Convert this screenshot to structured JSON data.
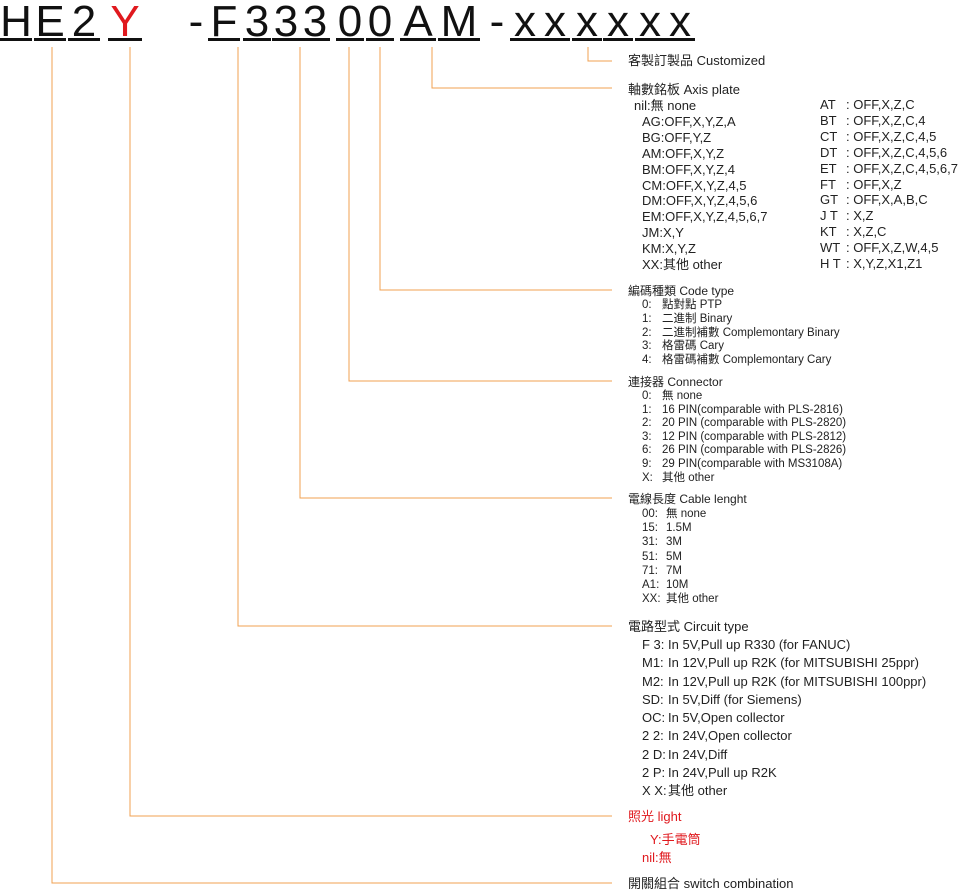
{
  "code": {
    "chars": [
      "H",
      "E",
      "2",
      "Y",
      "-",
      "F",
      "3",
      "3",
      "3",
      "0",
      "0",
      "A",
      "M",
      "-",
      "x",
      "x",
      "x",
      "x",
      "x",
      "x"
    ],
    "highlight_color": "#e0191e",
    "leader_color": "#f0a050"
  },
  "customized": {
    "title": "客製訂製品  Customized"
  },
  "axis_plate": {
    "title": "軸數銘板  Axis plate",
    "left": [
      {
        "k": "nil",
        "v": ":無  none"
      },
      {
        "k": "AG",
        "v": ":OFF,X,Y,Z,A"
      },
      {
        "k": "BG",
        "v": ":OFF,Y,Z"
      },
      {
        "k": "AM",
        "v": ":OFF,X,Y,Z"
      },
      {
        "k": "BM",
        "v": ":OFF,X,Y,Z,4"
      },
      {
        "k": "CM",
        "v": ":OFF,X,Y,Z,4,5"
      },
      {
        "k": "DM",
        "v": ":OFF,X,Y,Z,4,5,6"
      },
      {
        "k": "EM",
        "v": ":OFF,X,Y,Z,4,5,6,7"
      },
      {
        "k": "JM",
        "v": ":X,Y"
      },
      {
        "k": "KM",
        "v": ":X,Y,Z"
      },
      {
        "k": "XX",
        "v": ":其他  other"
      }
    ],
    "right": [
      {
        "k": "AT",
        "v": ": OFF,X,Z,C"
      },
      {
        "k": "BT",
        "v": ": OFF,X,Z,C,4"
      },
      {
        "k": "CT",
        "v": ": OFF,X,Z,C,4,5"
      },
      {
        "k": "DT",
        "v": ": OFF,X,Z,C,4,5,6"
      },
      {
        "k": "ET",
        "v": ": OFF,X,Z,C,4,5,6,7"
      },
      {
        "k": "FT",
        "v": ": OFF,X,Z"
      },
      {
        "k": "GT",
        "v": ": OFF,X,A,B,C"
      },
      {
        "k": "J T",
        "v": ": X,Z"
      },
      {
        "k": "KT",
        "v": ": X,Z,C"
      },
      {
        "k": "WT",
        "v": ": OFF,X,Z,W,4,5"
      },
      {
        "k": "H T",
        "v": ": X,Y,Z,X1,Z1"
      }
    ]
  },
  "code_type": {
    "title": "編碼種類  Code type",
    "items": [
      {
        "k": "0:",
        "v": "點對點  PTP"
      },
      {
        "k": "1:",
        "v": "二進制  Binary"
      },
      {
        "k": "2:",
        "v": "二進制補數  Complemontary Binary"
      },
      {
        "k": "3:",
        "v": "格雷碼  Cary"
      },
      {
        "k": "4:",
        "v": "格雷碼補數  Complemontary Cary"
      }
    ]
  },
  "connector": {
    "title": "連接器  Connector",
    "items": [
      {
        "k": "0:",
        "v": "無  none"
      },
      {
        "k": "1:",
        "v": "16 PIN(comparable with PLS-2816)"
      },
      {
        "k": "2:",
        "v": "20 PIN (comparable with PLS-2820)"
      },
      {
        "k": "3:",
        "v": "12 PIN (comparable with PLS-2812)"
      },
      {
        "k": "6:",
        "v": "26 PIN (comparable with PLS-2826)"
      },
      {
        "k": "9:",
        "v": "29 PIN(comparable with MS3108A)"
      },
      {
        "k": "X:",
        "v": "其他  other"
      }
    ]
  },
  "cable": {
    "title": "電線長度  Cable lenght",
    "items": [
      {
        "k": "00:",
        "v": "無  none"
      },
      {
        "k": "15:",
        "v": "1.5M"
      },
      {
        "k": "31:",
        "v": "3M"
      },
      {
        "k": "51:",
        "v": "5M"
      },
      {
        "k": "71:",
        "v": "7M"
      },
      {
        "k": "A1:",
        "v": "10M"
      },
      {
        "k": "XX:",
        "v": "其他  other"
      }
    ]
  },
  "circuit": {
    "title": "電路型式  Circuit type",
    "items": [
      {
        "k": "F 3:",
        "v": "In 5V,Pull up R330 (for FANUC)"
      },
      {
        "k": "M1:",
        "v": "In 12V,Pull up R2K (for MITSUBISHI 25ppr)"
      },
      {
        "k": "M2:",
        "v": "In 12V,Pull up R2K (for MITSUBISHI 100ppr)"
      },
      {
        "k": "SD:",
        "v": "In 5V,Diff (for Siemens)"
      },
      {
        "k": "OC:",
        "v": "In 5V,Open collector"
      },
      {
        "k": "2 2:",
        "v": "In 24V,Open collector"
      },
      {
        "k": "2 D:",
        "v": "In 24V,Diff"
      },
      {
        "k": "2 P:",
        "v": "In 24V,Pull up R2K"
      },
      {
        "k": "X X:",
        "v": "其他  other"
      }
    ]
  },
  "light": {
    "title": "照光  light",
    "items": [
      "Y:手電筒",
      "nil:無"
    ]
  },
  "switch": {
    "title": "開關組合    switch combination"
  }
}
